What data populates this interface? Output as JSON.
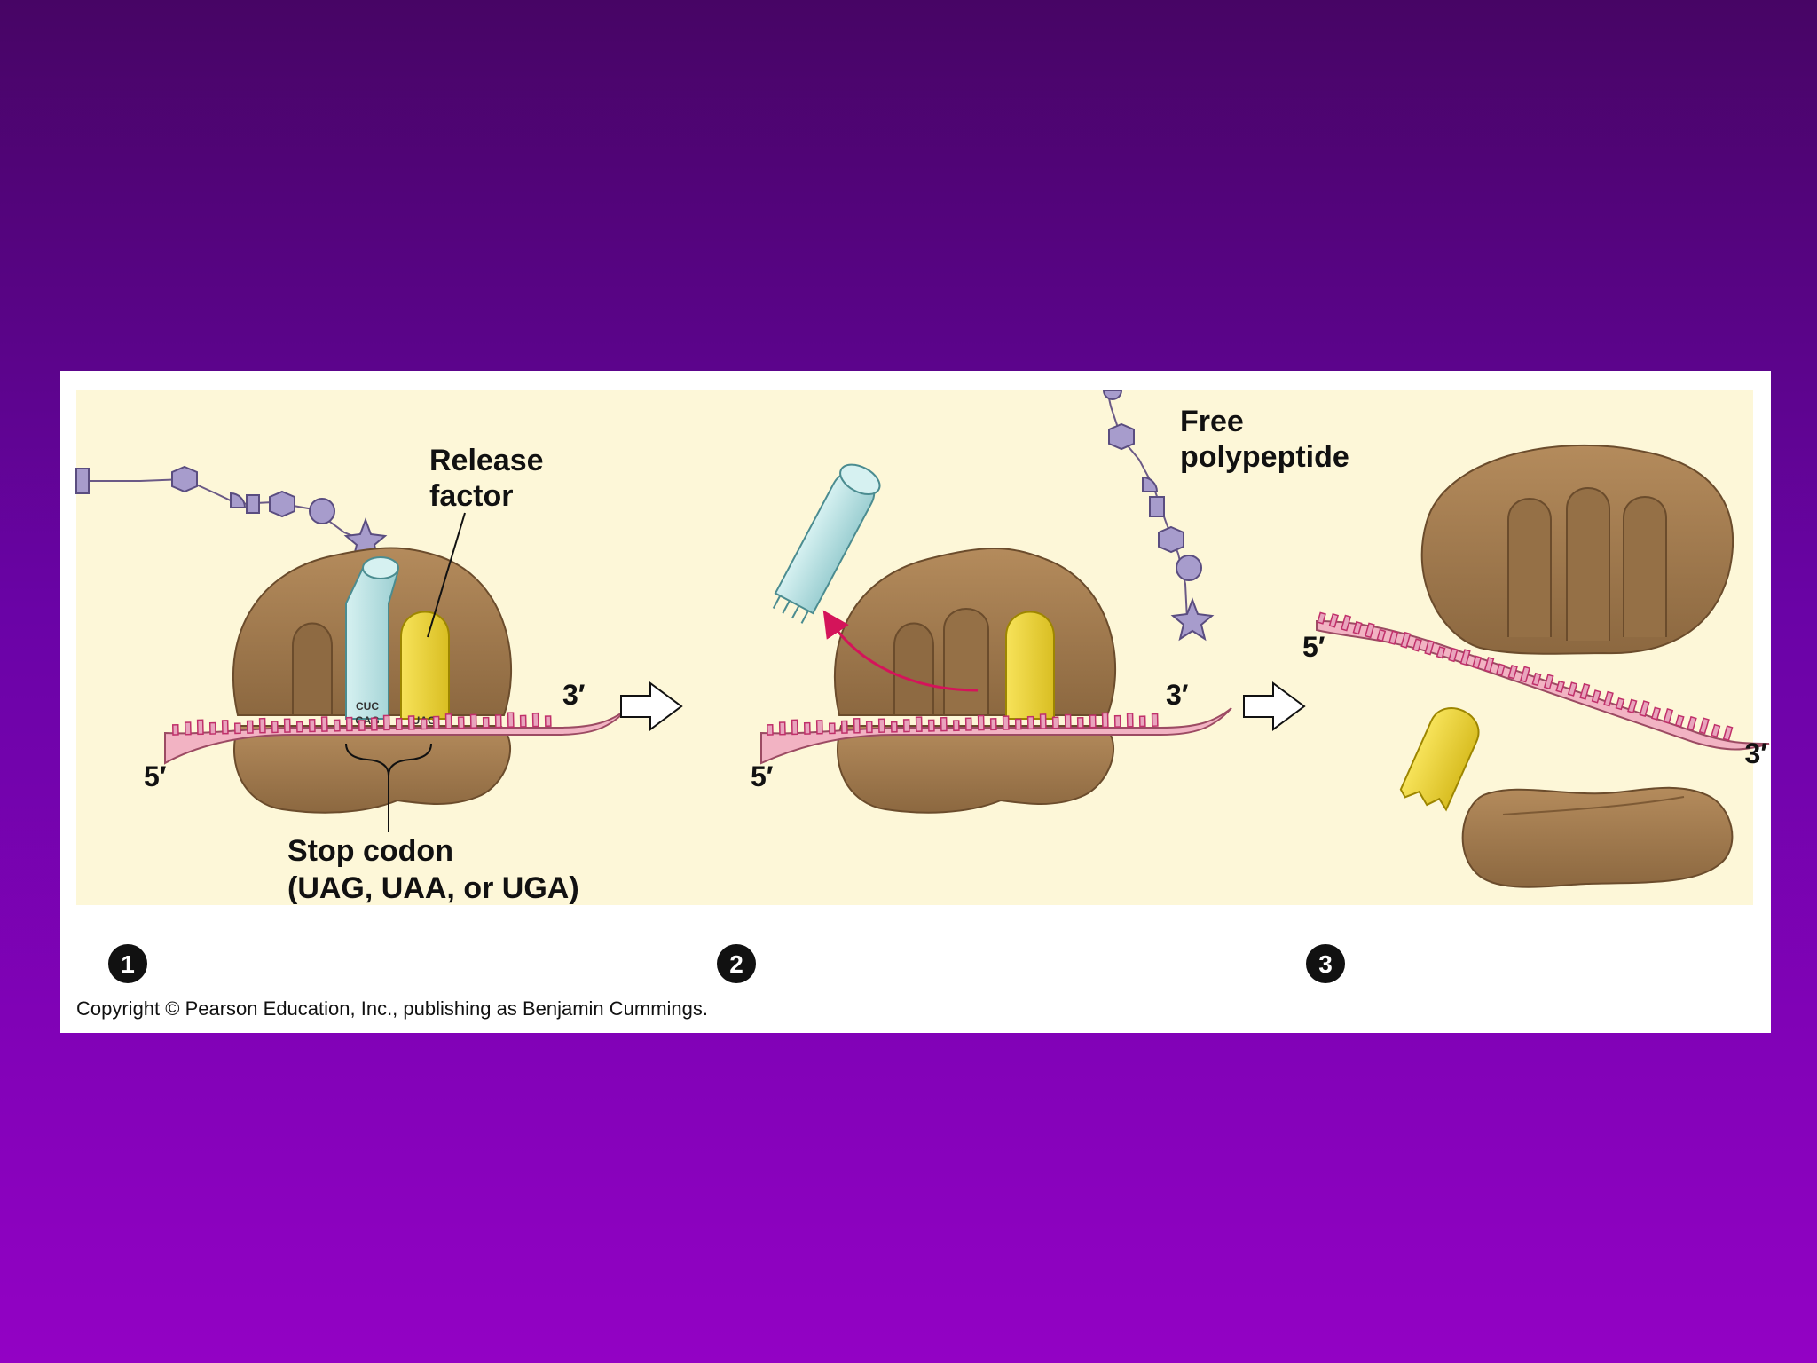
{
  "labels": {
    "release_factor": [
      "Release",
      "factor"
    ],
    "stop_codon": [
      "Stop codon",
      "(UAG, UAA, or UGA)"
    ],
    "free_polypeptide": [
      "Free",
      "polypeptide"
    ],
    "five_prime": "5′",
    "three_prime": "3′"
  },
  "codons": {
    "anticodon": "CUC",
    "codon1": "GAG",
    "stop": "UAG"
  },
  "steps": [
    "1",
    "2",
    "3"
  ],
  "copyright": "Copyright © Pearson Education, Inc., publishing as Benjamin Cummings.",
  "colors": {
    "panel": "#fdf7d8",
    "ribosome": "#a87f52",
    "ribosome_dark": "#7d5a35",
    "trna": "#bde5e6",
    "release_factor": "#f1df4e",
    "mrna": "#f2b3c3",
    "bases": "#e65f8f",
    "amino_acid": "#a79ccc",
    "arrow": "#d4145a"
  }
}
